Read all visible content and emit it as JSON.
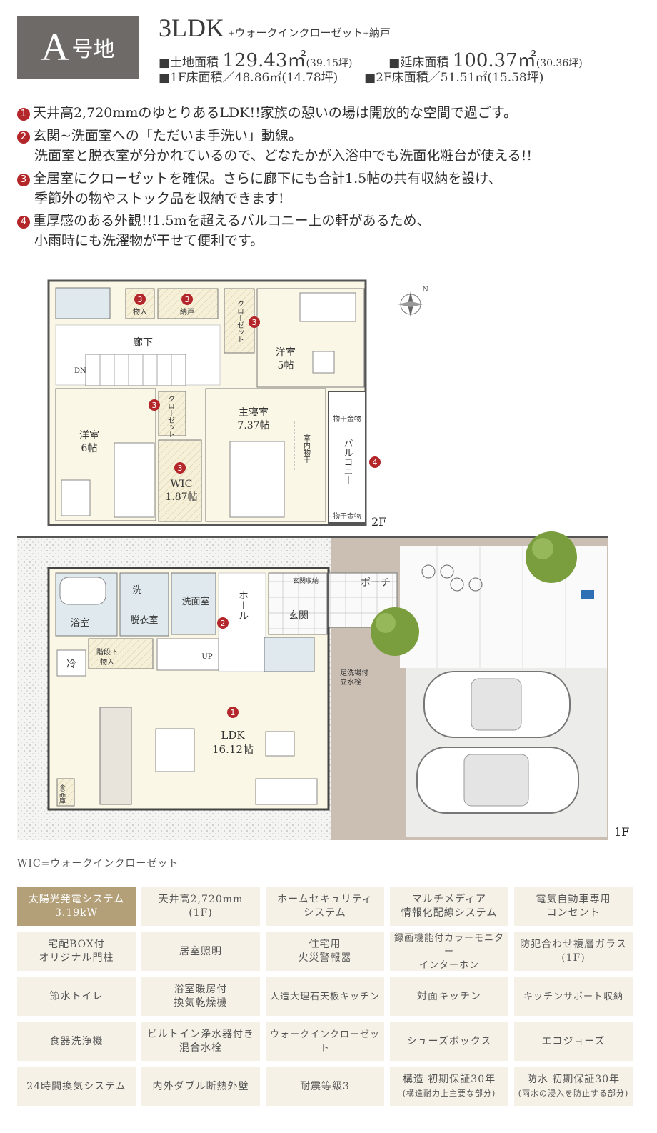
{
  "header": {
    "lot_big": "A",
    "lot_suffix": "号地",
    "layout": "3LDK",
    "layout_suffix": "+ウォークインクローゼット+納戸",
    "land_label": "■土地面積",
    "land_value": "129.43㎡",
    "land_tsubo": "(39.15坪)",
    "floor_label": "■延床面積",
    "floor_value": "100.37㎡",
    "floor_tsubo": "(30.36坪)",
    "f1": "■1F床面積／48.86㎡(14.78坪)",
    "f2": "■2F床面積／51.51㎡(15.58坪)"
  },
  "features": [
    {
      "num": "1",
      "lines": [
        "天井高2,720mmのゆとりあるLDK!!家族の憩いの場は開放的な空間で過ごす。"
      ]
    },
    {
      "num": "2",
      "lines": [
        "玄関~洗面室への「ただいま手洗い」動線。",
        "洗面室と脱衣室が分かれているので、どなたかが入浴中でも洗面化粧台が使える!!"
      ]
    },
    {
      "num": "3",
      "lines": [
        "全居室にクローゼットを確保。さらに廊下にも合計1.5帖の共有収納を設け、",
        "季節外の物やストック品を収納できます!"
      ]
    },
    {
      "num": "4",
      "lines": [
        "重厚感のある外観!!1.5mを超えるバルコニー上の軒があるため、",
        "小雨時にも洗濯物が干せて便利です。"
      ]
    }
  ],
  "floor2": {
    "label": "2F",
    "storage1": "物入",
    "storage2": "納戸",
    "closet_a": "クローゼット",
    "hallway": "廊下",
    "down": "DN",
    "room1_name": "洋室",
    "room1_size": "5帖",
    "room2_name": "洋室",
    "room2_size": "6帖",
    "closet_b": "クローゼット",
    "master_name": "主寝室",
    "master_size": "7.37帖",
    "indoor_dry": "室内物干",
    "wic_name": "WIC",
    "wic_size": "1.87帖",
    "balcony": "バルコニー",
    "hanger_top": "物干金物",
    "hanger_bottom": "物干金物",
    "compass": "N"
  },
  "floor1": {
    "label": "1F",
    "bath": "浴室",
    "wash": "洗",
    "dressing": "脱衣室",
    "washroom": "洗面室",
    "hall": "ホール",
    "entrance": "玄関",
    "shoebox": "玄関収納",
    "porch": "ポーチ",
    "fridge": "冷",
    "under_stairs_1": "階段下",
    "under_stairs_2": "物入",
    "up": "UP",
    "footwash_1": "足洗場付",
    "footwash_2": "立水栓",
    "ldk_name": "LDK",
    "ldk_size": "16.12帖",
    "pantry": "食品庫"
  },
  "wic_note": "WIC=ウォークインクローゼット",
  "equipment": [
    {
      "l1": "太陽光発電システム",
      "l2": "3.19kW",
      "highlight": true
    },
    {
      "l1": "天井高2,720mm",
      "l2": "(1F)"
    },
    {
      "l1": "ホームセキュリティ",
      "l2": "システム"
    },
    {
      "l1": "マルチメディア",
      "l2": "情報化配線システム"
    },
    {
      "l1": "電気自動車専用",
      "l2": "コンセント"
    },
    {
      "l1": "宅配BOX付",
      "l2": "オリジナル門柱"
    },
    {
      "l1": "居室照明",
      "l2": ""
    },
    {
      "l1": "住宅用",
      "l2": "火災警報器"
    },
    {
      "l1": "録画機能付カラーモニター",
      "l2": "インターホン"
    },
    {
      "l1": "防犯合わせ複層ガラス",
      "l2": "(1F)"
    },
    {
      "l1": "節水トイレ",
      "l2": ""
    },
    {
      "l1": "浴室暖房付",
      "l2": "換気乾燥機"
    },
    {
      "l1": "人造大理石天板キッチン",
      "l2": ""
    },
    {
      "l1": "対面キッチン",
      "l2": ""
    },
    {
      "l1": "キッチンサポート収納",
      "l2": ""
    },
    {
      "l1": "食器洗浄機",
      "l2": ""
    },
    {
      "l1": "ビルトイン浄水器付き",
      "l2": "混合水栓"
    },
    {
      "l1": "ウォークインクローゼット",
      "l2": ""
    },
    {
      "l1": "シューズボックス",
      "l2": ""
    },
    {
      "l1": "エコジョーズ",
      "l2": ""
    },
    {
      "l1": "24時間換気システム",
      "l2": ""
    },
    {
      "l1": "内外ダブル断熱外壁",
      "l2": ""
    },
    {
      "l1": "耐震等級3",
      "l2": ""
    },
    {
      "l1": "構造 初期保証30年",
      "l2": "(構造耐力上主要な部分)",
      "small": true
    },
    {
      "l1": "防水 初期保証30年",
      "l2": "(雨水の浸入を防止する部分)",
      "small": true
    }
  ]
}
